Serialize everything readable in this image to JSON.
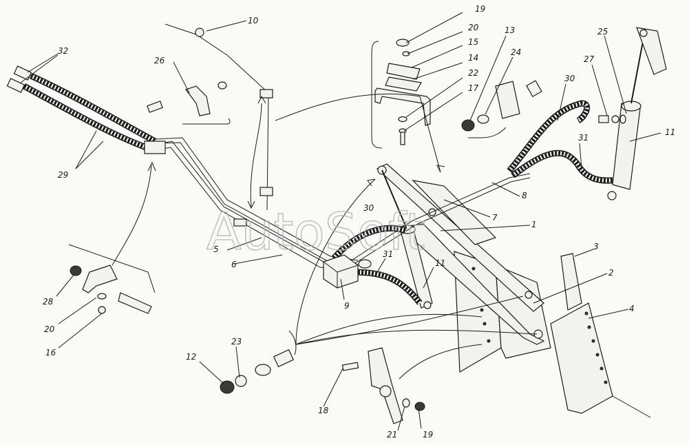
{
  "watermark": "AutoSoft",
  "callouts": [
    {
      "id": "c10",
      "text": "10"
    },
    {
      "id": "c19",
      "text": "19"
    },
    {
      "id": "c20a",
      "text": "20"
    },
    {
      "id": "c15",
      "text": "15"
    },
    {
      "id": "c14",
      "text": "14"
    },
    {
      "id": "c22",
      "text": "22"
    },
    {
      "id": "c17",
      "text": "17"
    },
    {
      "id": "c13",
      "text": "13"
    },
    {
      "id": "c24",
      "text": "24"
    },
    {
      "id": "c30a",
      "text": "30"
    },
    {
      "id": "c25",
      "text": "25"
    },
    {
      "id": "c27",
      "text": "27"
    },
    {
      "id": "c11a",
      "text": "11"
    },
    {
      "id": "c31a",
      "text": "31"
    },
    {
      "id": "c32",
      "text": "32"
    },
    {
      "id": "c26",
      "text": "26"
    },
    {
      "id": "c29",
      "text": "29"
    },
    {
      "id": "c8",
      "text": "8"
    },
    {
      "id": "c7",
      "text": "7"
    },
    {
      "id": "c30b",
      "text": "30"
    },
    {
      "id": "c5",
      "text": "5"
    },
    {
      "id": "c6",
      "text": "6"
    },
    {
      "id": "c1",
      "text": "1"
    },
    {
      "id": "c3",
      "text": "3"
    },
    {
      "id": "c31b",
      "text": "31"
    },
    {
      "id": "c11b",
      "text": "11"
    },
    {
      "id": "c2",
      "text": "2"
    },
    {
      "id": "c4",
      "text": "4"
    },
    {
      "id": "c9",
      "text": "9"
    },
    {
      "id": "c28",
      "text": "28"
    },
    {
      "id": "c20b",
      "text": "20"
    },
    {
      "id": "c16",
      "text": "16"
    },
    {
      "id": "c12",
      "text": "12"
    },
    {
      "id": "c23",
      "text": "23"
    },
    {
      "id": "c18",
      "text": "18"
    },
    {
      "id": "c21",
      "text": "21"
    },
    {
      "id": "c19b",
      "text": "19"
    }
  ]
}
